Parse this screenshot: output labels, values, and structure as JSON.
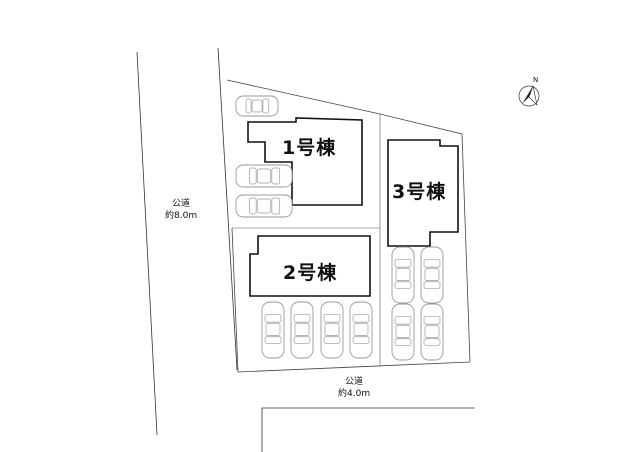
{
  "buildings": [
    {
      "id": "b1",
      "label": "1号棟"
    },
    {
      "id": "b2",
      "label": "2号棟"
    },
    {
      "id": "b3",
      "label": "3号棟"
    }
  ],
  "roads": {
    "west": {
      "name": "公道",
      "width": "約8.0m"
    },
    "south": {
      "name": "公道",
      "width": "約4.0m"
    }
  },
  "compass": {
    "label": "N"
  },
  "colors": {
    "line": "#222222",
    "car": "#9a9a9a",
    "background": "#ffffff"
  }
}
